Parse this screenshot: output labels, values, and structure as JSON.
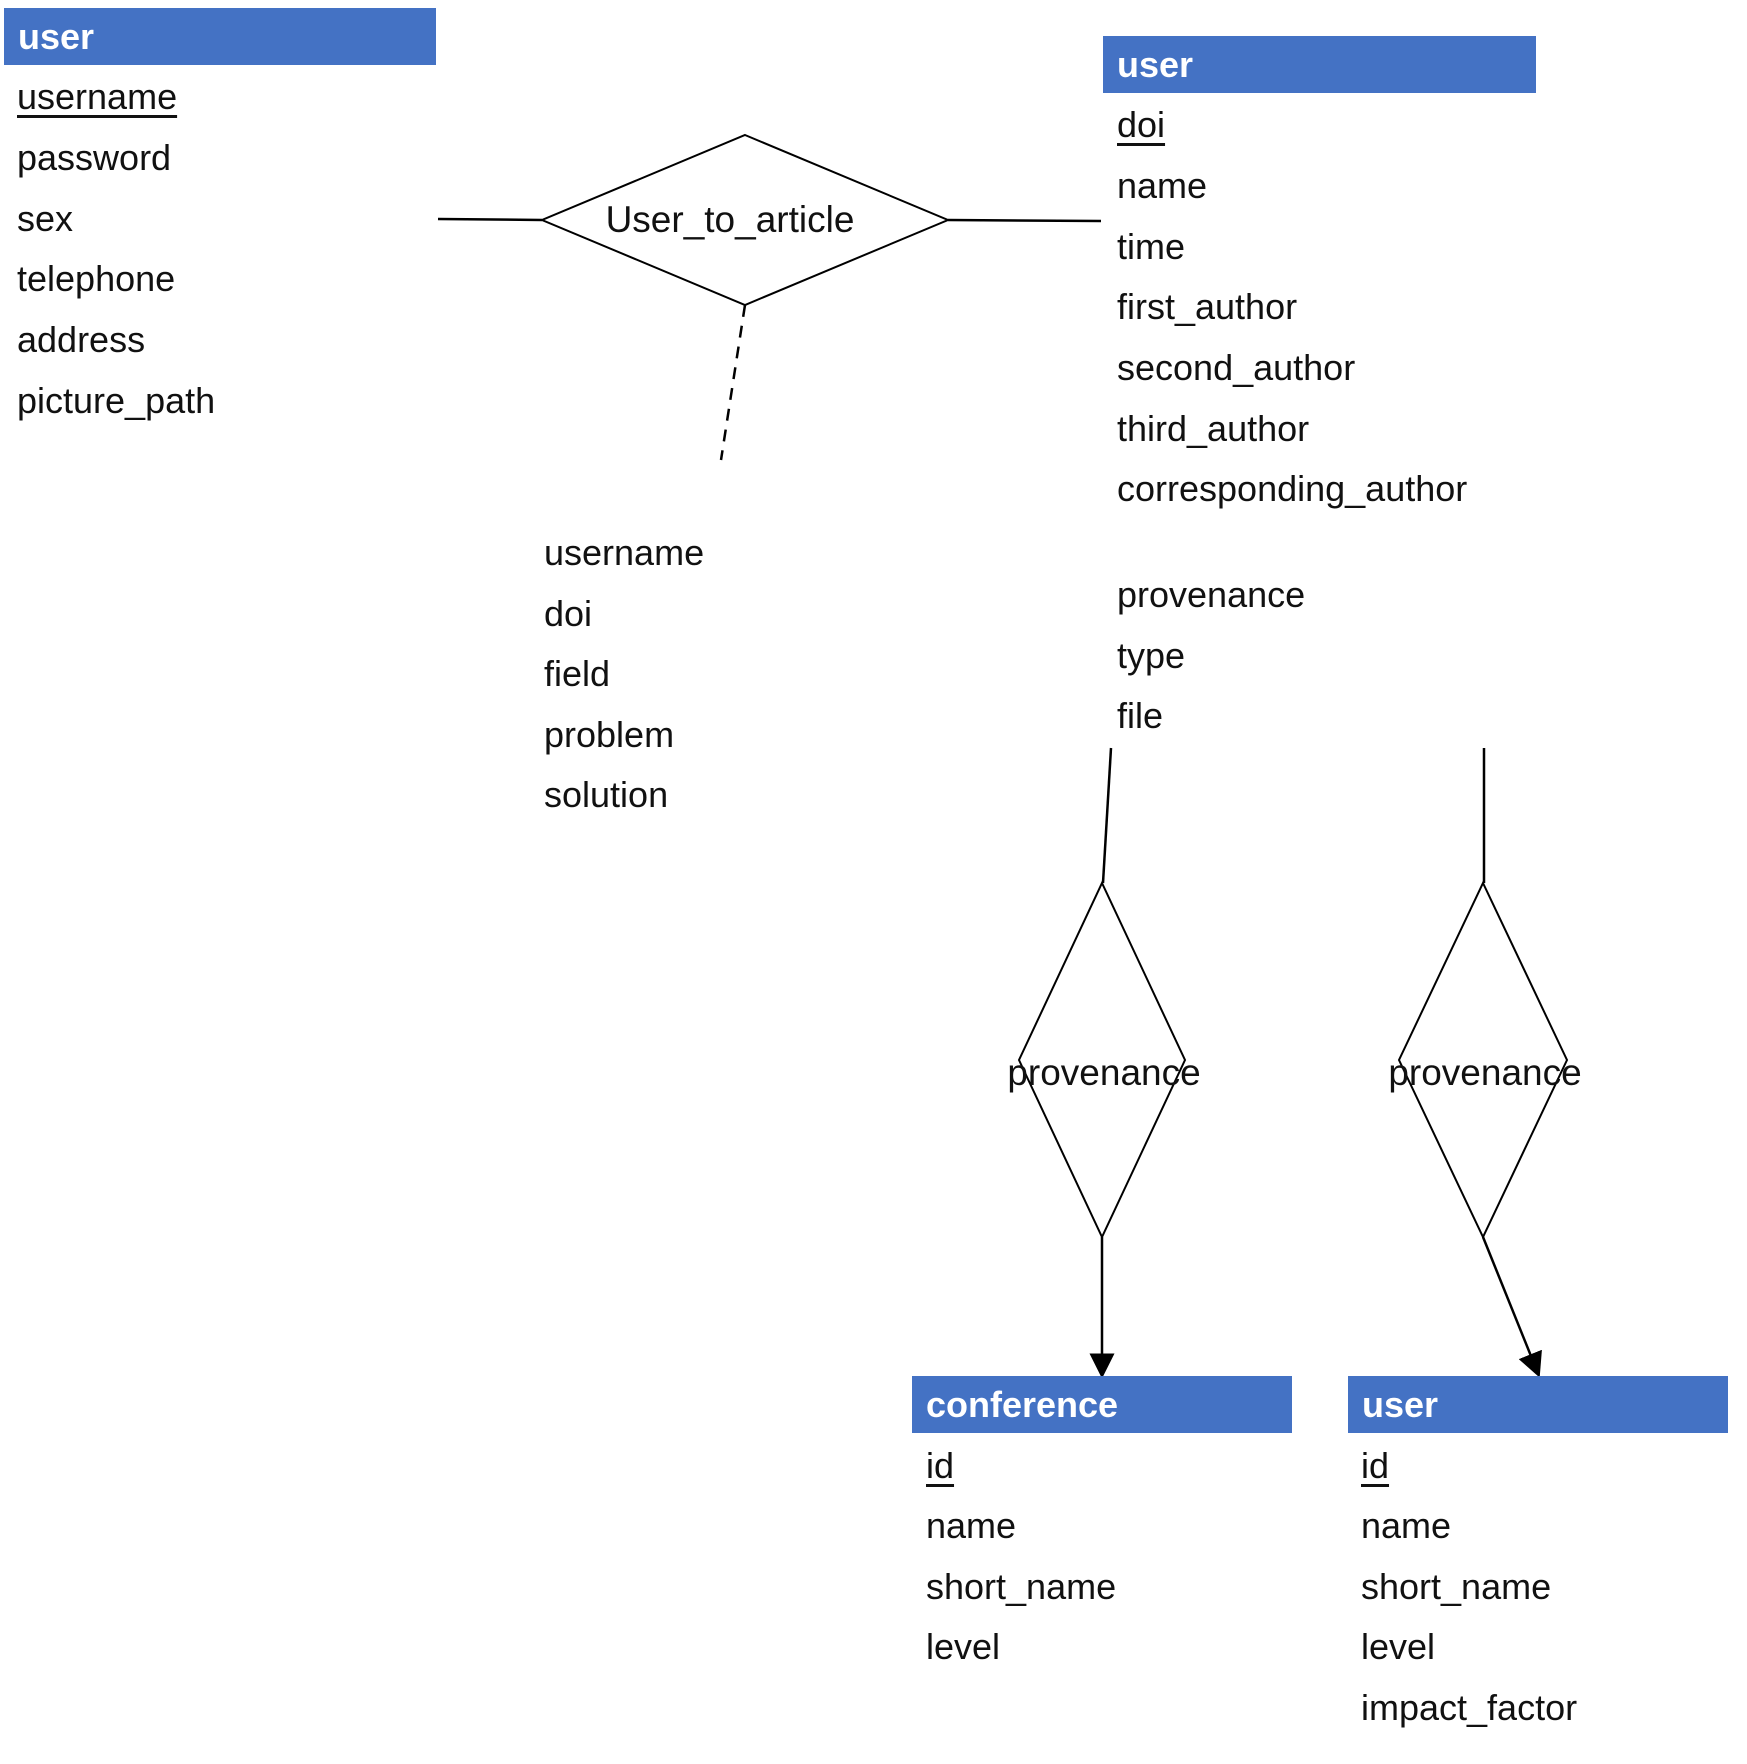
{
  "entities": {
    "user_left": {
      "title": "user",
      "attributes": [
        "username",
        "password",
        "sex",
        "telephone",
        "address",
        "picture_path"
      ]
    },
    "article": {
      "title": "user",
      "attributes": [
        "doi",
        "name",
        "time",
        "first_author",
        "second_author",
        "third_author",
        "corresponding_author",
        "provenance",
        "type",
        "file"
      ]
    },
    "conference": {
      "title": "conference",
      "attributes": [
        "id",
        "name",
        "short_name",
        "level"
      ]
    },
    "journal": {
      "title": "user",
      "attributes": [
        "id",
        "name",
        "short_name",
        "level",
        "impact_factor"
      ]
    }
  },
  "relationships": {
    "user_to_article": {
      "label": "User_to_article",
      "attributes": [
        "username",
        "doi",
        "field",
        "problem",
        "solution"
      ]
    },
    "provenance_conference": {
      "label": "provenance"
    },
    "provenance_journal": {
      "label": "provenance"
    }
  },
  "colors": {
    "header": "#4472c4",
    "header_text": "#ffffff",
    "line": "#000000"
  }
}
